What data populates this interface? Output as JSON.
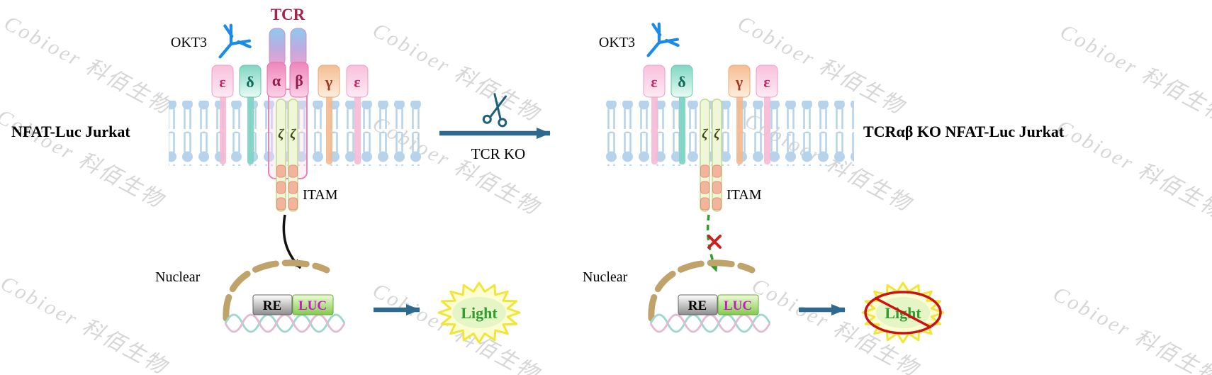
{
  "watermark": {
    "text": "Cobioer 科佰生物"
  },
  "left": {
    "cell_label": "NFAT-Luc Jurkat",
    "okt3_label": "OKT3",
    "tcr_label": "TCR",
    "subunits": {
      "epsilon1": "ε",
      "delta": "δ",
      "alpha": "α",
      "beta": "β",
      "gamma": "γ",
      "epsilon2": "ε"
    },
    "zeta1": "ζ",
    "zeta2": "ζ",
    "itam_label": "ITAM",
    "nuclear_label": "Nuclear",
    "re_label": "RE",
    "luc_label": "LUC",
    "light_label": "Light"
  },
  "middle": {
    "ko_label": "TCR KO"
  },
  "right": {
    "cell_label": "TCRαβ KO NFAT-Luc Jurkat",
    "okt3_label": "OKT3",
    "subunits": {
      "epsilon1": "ε",
      "delta": "δ",
      "gamma": "γ",
      "epsilon2": "ε"
    },
    "zeta1": "ζ",
    "zeta2": "ζ",
    "itam_label": "ITAM",
    "nuclear_label": "Nuclear",
    "re_label": "RE",
    "luc_label": "LUC",
    "light_label": "Light"
  },
  "colors": {
    "arrow_blue": "#2d6a8e",
    "tcr_maroon": "#a62349",
    "luc_magenta": "#c818c8",
    "light_green": "#2f9e2f",
    "membrane_blue": "#b6d3eb",
    "nuclear_tan": "#c0a26b",
    "blocked_red": "#cc1111",
    "antibody_blue": "#1b8be8"
  }
}
